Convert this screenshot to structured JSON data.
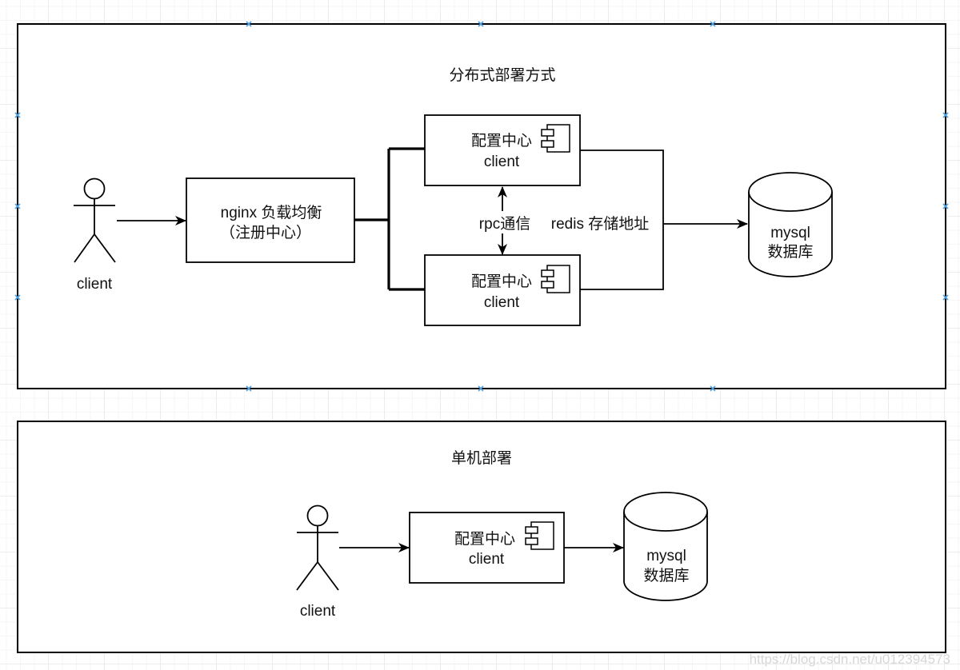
{
  "diagram": {
    "distributed": {
      "title": "分布式部署方式",
      "actor_label": "client",
      "nginx": {
        "line1": "nginx 负载均衡",
        "line2": "（注册中心）"
      },
      "config_top": {
        "line1": "配置中心",
        "line2": "client"
      },
      "config_bottom": {
        "line1": "配置中心",
        "line2": "client"
      },
      "rpc_label": "rpc通信",
      "redis_label": "redis 存储地址",
      "database": {
        "line1": "mysql",
        "line2": "数据库"
      }
    },
    "standalone": {
      "title": "单机部署",
      "actor_label": "client",
      "config": {
        "line1": "配置中心",
        "line2": "client"
      },
      "database": {
        "line1": "mysql",
        "line2": "数据库"
      }
    },
    "watermark": "https://blog.csdn.net/u012394573",
    "colors": {
      "stroke": "#000000",
      "selection_marker": "#4a9fe0",
      "grid": "#ececec"
    }
  }
}
